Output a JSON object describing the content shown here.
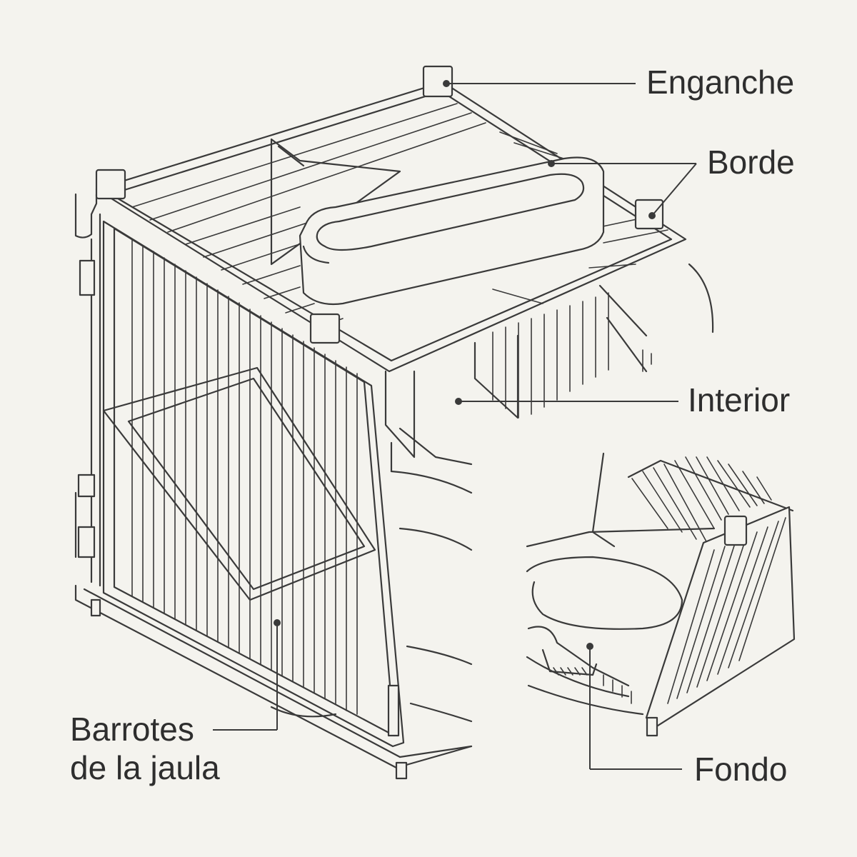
{
  "labels": {
    "enganche": "Enganche",
    "borde": "Borde",
    "interior": "Interior",
    "barrotes_line1": "Barrotes",
    "barrotes_line2": "de la jaula",
    "fondo": "Fondo"
  },
  "colors": {
    "background": "#f4f3ee",
    "line": "#3a3a3a",
    "text": "#2e2e2e"
  }
}
